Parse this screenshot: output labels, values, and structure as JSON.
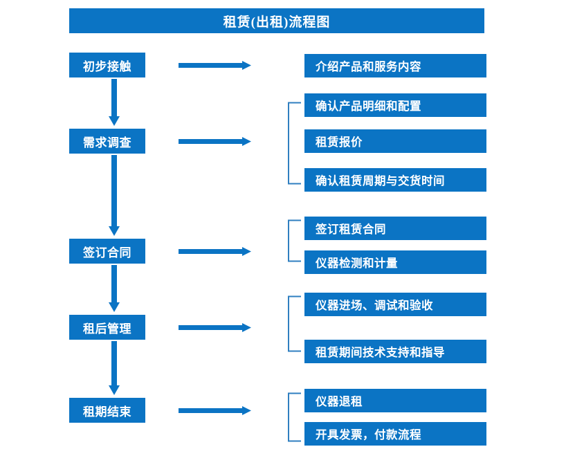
{
  "diagram": {
    "title": "租赁(出租)流程图",
    "accent_color": "#0b74c4",
    "text_color": "#ffffff",
    "background_color": "#ffffff",
    "stages": [
      {
        "id": "stage-1",
        "label": "初步接触",
        "details": [
          "介绍产品和服务内容"
        ],
        "has_bracket": false,
        "next_arrow": "down-arrow"
      },
      {
        "id": "stage-2",
        "label": "需求调查",
        "details": [
          "确认产品明细和配置",
          "租赁报价",
          "确认租赁周期与交货时间"
        ],
        "has_bracket": true,
        "next_arrow": "down-arrow"
      },
      {
        "id": "stage-3",
        "label": "签订合同",
        "details": [
          "签订租赁合同",
          "仪器检测和计量"
        ],
        "has_bracket": true,
        "next_arrow": "down-arrow"
      },
      {
        "id": "stage-4",
        "label": "租后管理",
        "details": [
          "仪器进场、调试和验收",
          "租赁期间技术支持和指导"
        ],
        "has_bracket": true,
        "next_arrow": "down-arrow"
      },
      {
        "id": "stage-5",
        "label": "租期结束",
        "details": [
          "仪器退租",
          "开具发票，付款流程"
        ],
        "has_bracket": true,
        "next_arrow": null
      }
    ],
    "left_boxes": [
      "初步接触",
      "需求调查",
      "签订合同",
      "租后管理",
      "租期结束"
    ],
    "right_boxes": [
      "介绍产品和服务内容",
      "确认产品明细和配置",
      "租赁报价",
      "确认租赁周期与交货时间",
      "签订租赁合同",
      "仪器检测和计量",
      "仪器进场、调试和验收",
      "租赁期间技术支持和指导",
      "仪器退租",
      "开具发票，付款流程"
    ]
  }
}
